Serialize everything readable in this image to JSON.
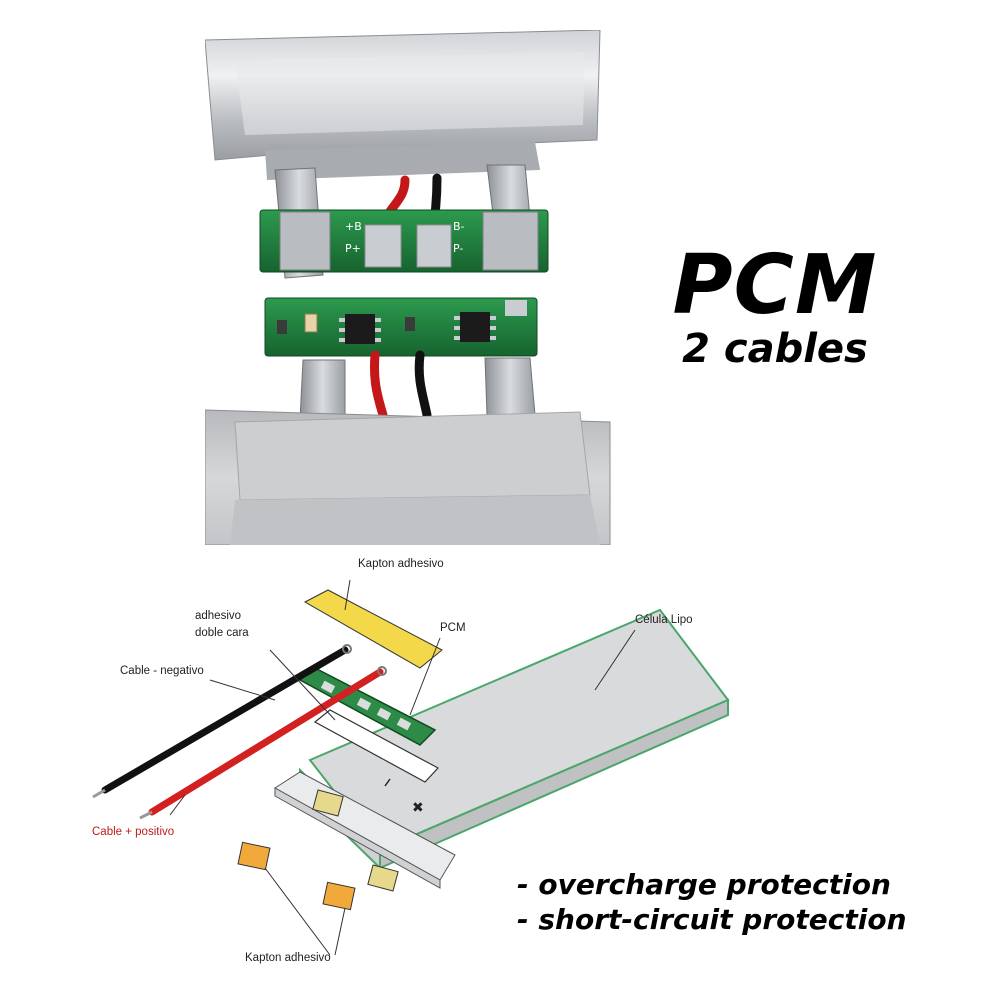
{
  "header": {
    "title": "PCM",
    "subtitle": "2 cables"
  },
  "photo_labels": {
    "pad_b_plus": "+B",
    "pad_p_plus": "P+",
    "pad_b_minus": "B-",
    "pad_p_minus": "P-"
  },
  "diagram": {
    "labels": {
      "kapton_top": "Kapton adhesivo",
      "adhesive_line1": "adhesivo",
      "adhesive_line2": "doble cara",
      "pcm": "PCM",
      "cell": "Célula Lipo",
      "cable_negative": "Cable - negativo",
      "cable_positive": "Cable + positivo",
      "kapton_bottom": "Kapton adhesivo"
    }
  },
  "features": [
    "- overcharge protection",
    "- short-circuit protection"
  ],
  "colors": {
    "pcb_green": "#1f7a3a",
    "wire_red": "#d32020",
    "wire_black": "#111111",
    "kapton_yellow": "#f3d94a",
    "kapton_orange": "#f0a93a",
    "cell_outline_green": "#4aa66a"
  }
}
